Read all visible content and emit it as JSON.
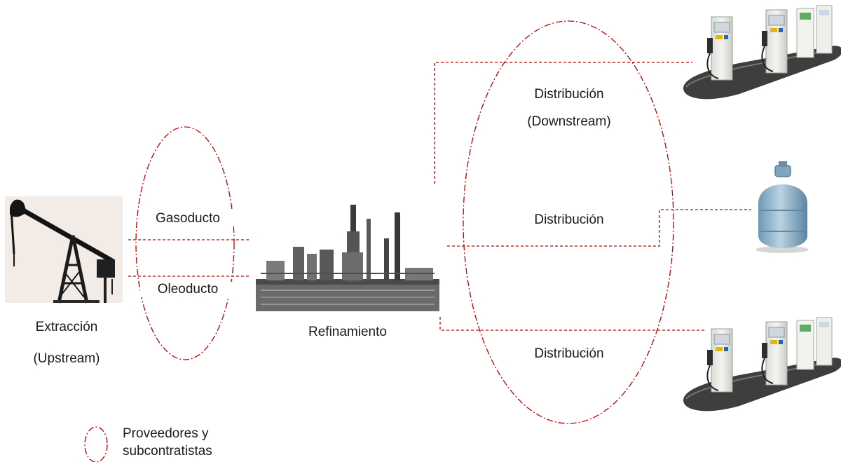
{
  "colors": {
    "accent": "#c00000",
    "text": "#1a1a1a"
  },
  "stages": {
    "extraction": {
      "line1": "Extracción",
      "line2": "(Upstream)",
      "icon": "oil-pumpjack-icon"
    },
    "pipelines": {
      "gas": "Gasoducto",
      "oil": "Oleoducto"
    },
    "refining": {
      "label": "Refinamiento",
      "icon": "refinery-icon"
    },
    "distribution": {
      "top_line1": "Distribución",
      "top_line2": "(Downstream)",
      "middle": "Distribución",
      "bottom": "Distribución"
    }
  },
  "destinations": [
    "fuel-station-icon",
    "gas-cylinder-icon",
    "fuel-station-icon"
  ],
  "legend": {
    "symbol": "dashed-ellipse-icon",
    "line1": "Proveedores y",
    "line2": "subcontratistas"
  }
}
